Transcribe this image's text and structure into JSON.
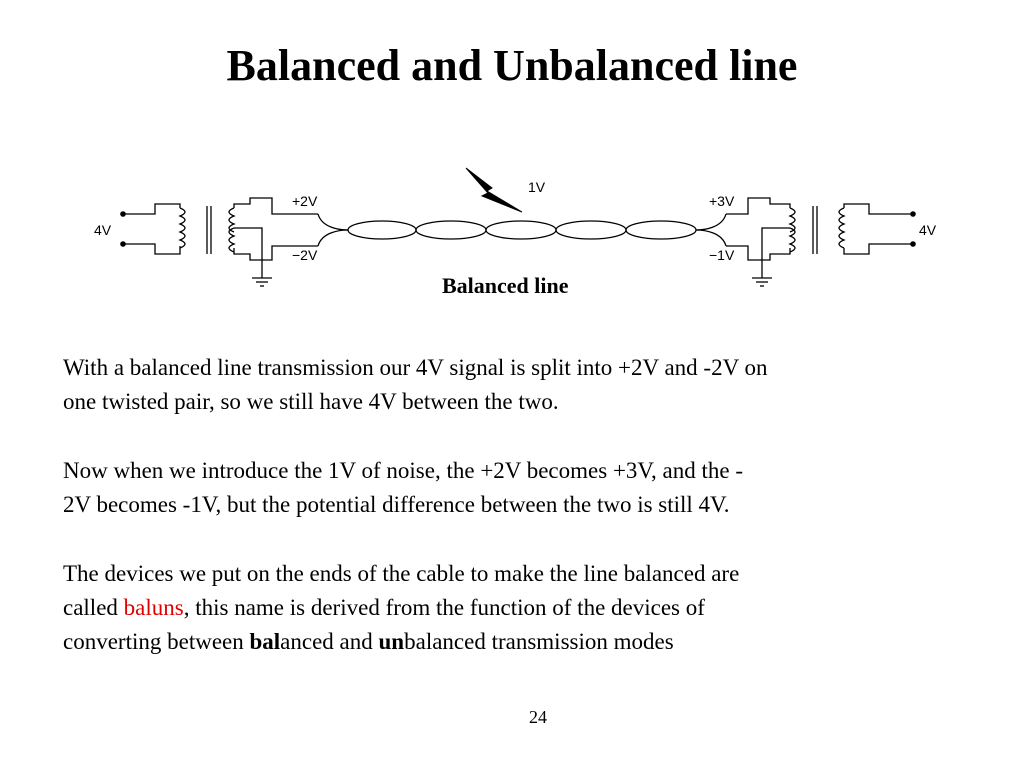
{
  "slide": {
    "title": "Balanced and Unbalanced line",
    "page_number": "24"
  },
  "diagram": {
    "left_input_label": "4V",
    "left_plus_label": "+2V",
    "left_minus_label": "−2V",
    "noise_label": "1V",
    "right_plus_label": "+3V",
    "right_minus_label": "−1V",
    "right_output_label": "4V",
    "caption": "Balanced line"
  },
  "paragraphs": {
    "p1": {
      "line1": "With a balanced line transmission our 4V signal is split into +2V and -2V on",
      "line2": "one twisted pair, so we still have 4V between the two."
    },
    "p2": {
      "line1": "Now when we introduce the 1V of noise, the +2V becomes +3V, and the -",
      "line2": "2V becomes -1V, but the potential difference between the two is still 4V."
    },
    "p3": {
      "line1": "The devices we put on the ends of the cable to make the line balanced are",
      "line2_before": "called ",
      "line2_highlight": "baluns",
      "line2_after": ", this name is derived from the function of the devices of",
      "line3_before": "converting between ",
      "line3_bold1": "bal",
      "line3_mid": "anced and ",
      "line3_bold2": "un",
      "line3_after": "balanced transmission modes"
    }
  },
  "colors": {
    "highlight": "#e00000"
  }
}
